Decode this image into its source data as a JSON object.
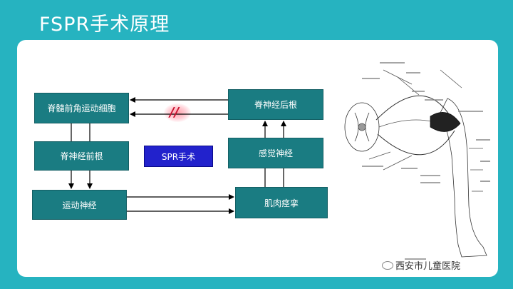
{
  "slide": {
    "title": "FSPR手术原理"
  },
  "nodes": {
    "anterior_horn": "脊髓前角运动细胞",
    "anterior_root": "脊神经前根",
    "motor_nerve": "运动神经",
    "posterior_root": "脊神经后根",
    "sensory_nerve": "感觉神经",
    "muscle_spasm": "肌肉痉挛",
    "spr": "SPR手术"
  },
  "cut_mark": "//",
  "watermark": "西安市儿童医院",
  "colors": {
    "background": "#26b3c0",
    "node": "#1a7c82",
    "spr": "#2222cc",
    "cut": "#ff5a6e"
  }
}
